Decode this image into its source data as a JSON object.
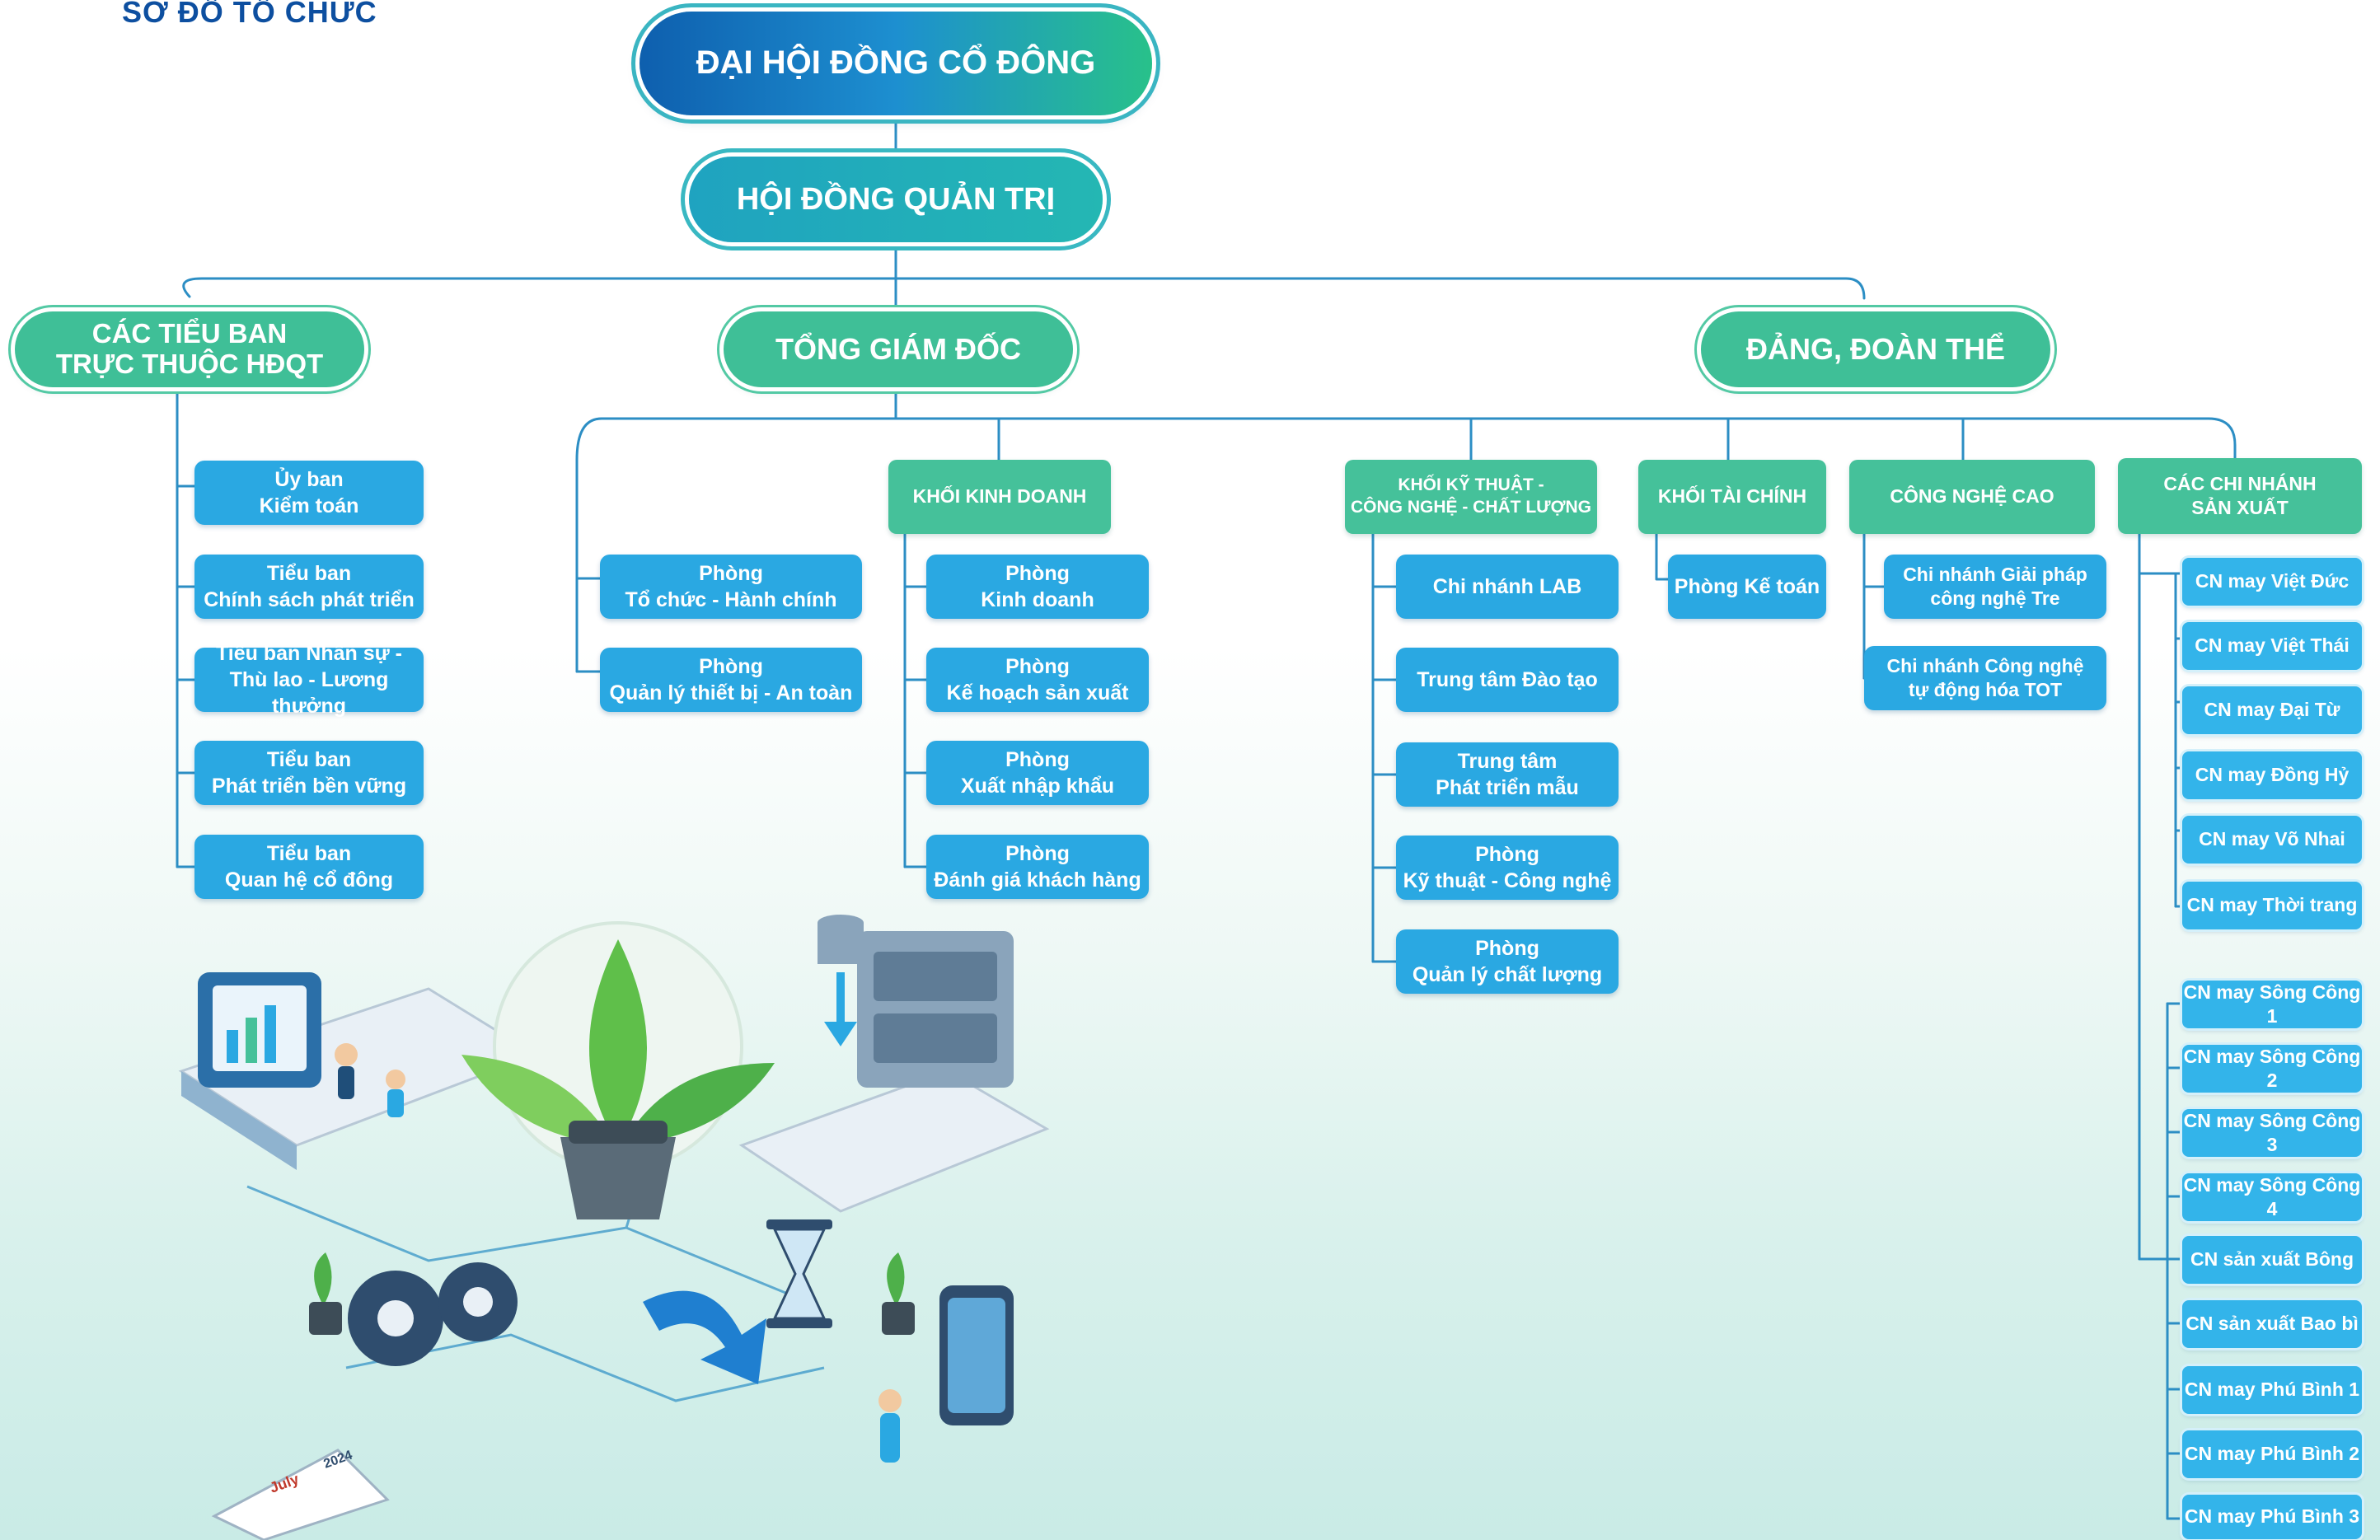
{
  "title": "SƠ ĐỒ TỔ CHỨC",
  "colors": {
    "navy": "#0d4fa0",
    "teal": "#3fbf97",
    "blue": "#2aa8e2",
    "line": "#2c8ec4"
  },
  "top": {
    "shareholders": "ĐẠI HỘI ĐỒNG CỔ ĐÔNG",
    "board": "HỘI ĐỒNG QUẢN TRỊ"
  },
  "level2": {
    "committees": "CÁC TIỂU BAN\nTRỰC THUỘC HĐQT",
    "ceo": "TỔNG GIÁM ĐỐC",
    "party": "ĐẢNG, ĐOÀN THỂ"
  },
  "committees": [
    "Ủy ban\nKiểm toán",
    "Tiểu ban\nChính sách phát triển",
    "Tiểu ban Nhân sự -\nThù lao - Lương thưởng",
    "Tiểu ban\nPhát triển bền vững",
    "Tiểu ban\nQuan hệ cổ đông"
  ],
  "admin": [
    "Phòng\nTổ chức - Hành chính",
    "Phòng\nQuản lý thiết bị - An toàn"
  ],
  "groups": {
    "business": "KHỐI KINH DOANH",
    "tech": "KHỐI KỸ THUẬT -\nCÔNG NGHỆ - CHẤT LƯỢNG",
    "finance": "KHỐI TÀI CHÍNH",
    "hightech": "CÔNG NGHỆ CAO",
    "branches": "CÁC CHI NHÁNH\nSẢN XUẤT"
  },
  "business": [
    "Phòng\nKinh doanh",
    "Phòng\nKế hoạch sản xuất",
    "Phòng\nXuất nhập khẩu",
    "Phòng\nĐánh giá khách hàng"
  ],
  "tech": [
    "Chi nhánh LAB",
    "Trung tâm Đào tạo",
    "Trung tâm\nPhát triển mẫu",
    "Phòng\nKỹ thuật - Công nghệ",
    "Phòng\nQuản lý chất lượng"
  ],
  "finance": [
    "Phòng Kế toán"
  ],
  "hightech": [
    "Chi nhánh Giải pháp\ncông nghệ Tre",
    "Chi nhánh Công nghệ\ntự động hóa TOT"
  ],
  "branches": [
    "CN may Việt Đức",
    "CN may Việt Thái",
    "CN may Đại Từ",
    "CN may Đồng Hỷ",
    "CN may Võ Nhai",
    "CN may Thời trang",
    "CN may Sông Công 1",
    "CN may Sông Công 2",
    "CN may Sông Công 3",
    "CN may Sông Công 4",
    "CN sản xuất Bông",
    "CN sản xuất Bao bì",
    "CN may Phú Bình 1",
    "CN may Phú Bình 2",
    "CN may Phú Bình 3"
  ],
  "calendar": {
    "month": "July",
    "year": "2024"
  }
}
